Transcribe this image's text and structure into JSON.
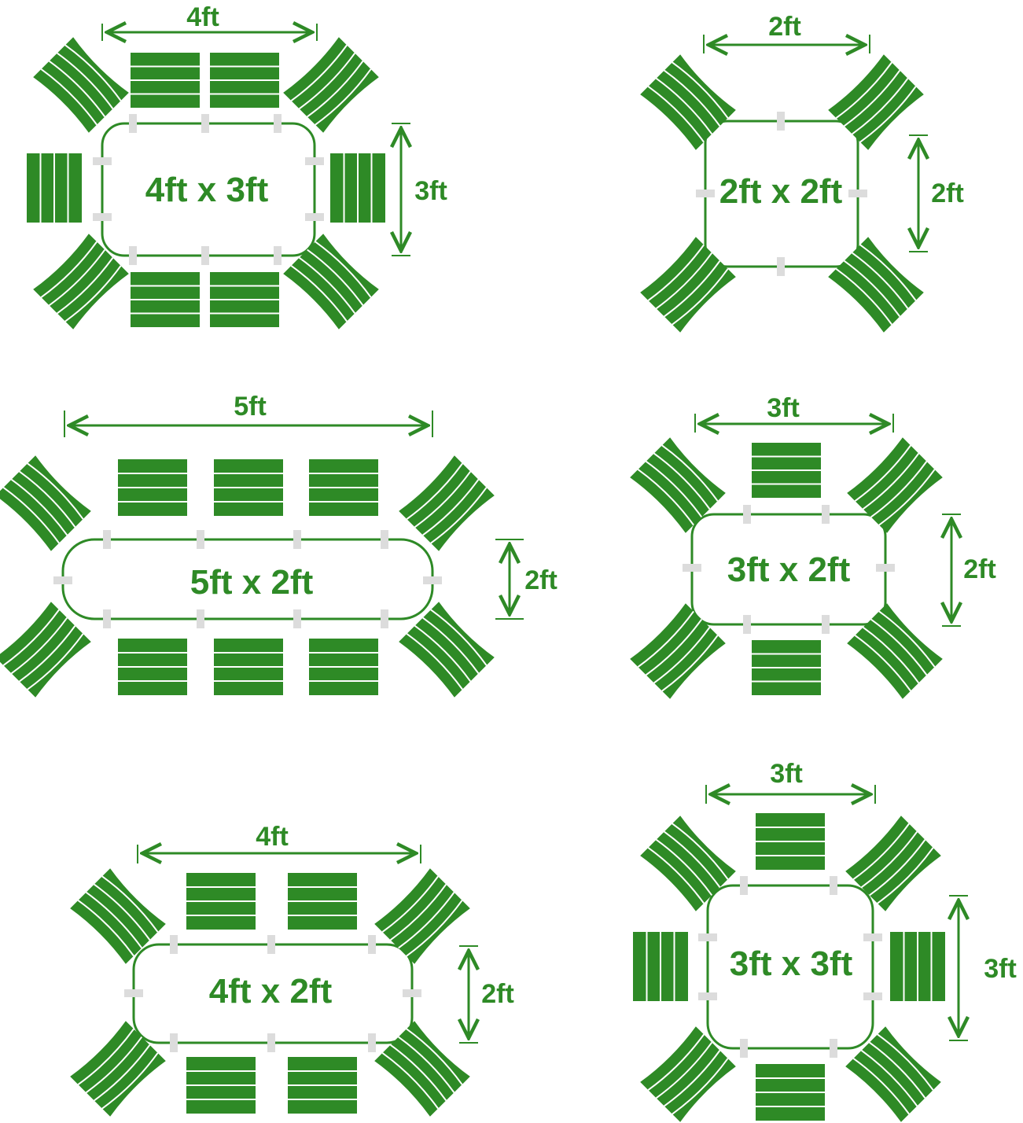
{
  "colors": {
    "green": "#2e8a26",
    "line": "#2e8a26",
    "clip": "#dcdcdc",
    "background": "#ffffff"
  },
  "layouts": [
    {
      "name": "4x3",
      "table_label": "4ft x 3ft",
      "width_label": "4ft",
      "depth_label": "3ft"
    },
    {
      "name": "2x2",
      "table_label": "2ft x 2ft",
      "width_label": "2ft",
      "depth_label": "2ft"
    },
    {
      "name": "5x2",
      "table_label": "5ft x 2ft",
      "width_label": "5ft",
      "depth_label": "2ft"
    },
    {
      "name": "3x2",
      "table_label": "3ft x 2ft",
      "width_label": "3ft",
      "depth_label": "2ft"
    },
    {
      "name": "4x2",
      "table_label": "4ft x 2ft",
      "width_label": "4ft",
      "depth_label": "2ft"
    },
    {
      "name": "3x3",
      "table_label": "3ft x 3ft",
      "width_label": "3ft",
      "depth_label": "3ft"
    }
  ]
}
